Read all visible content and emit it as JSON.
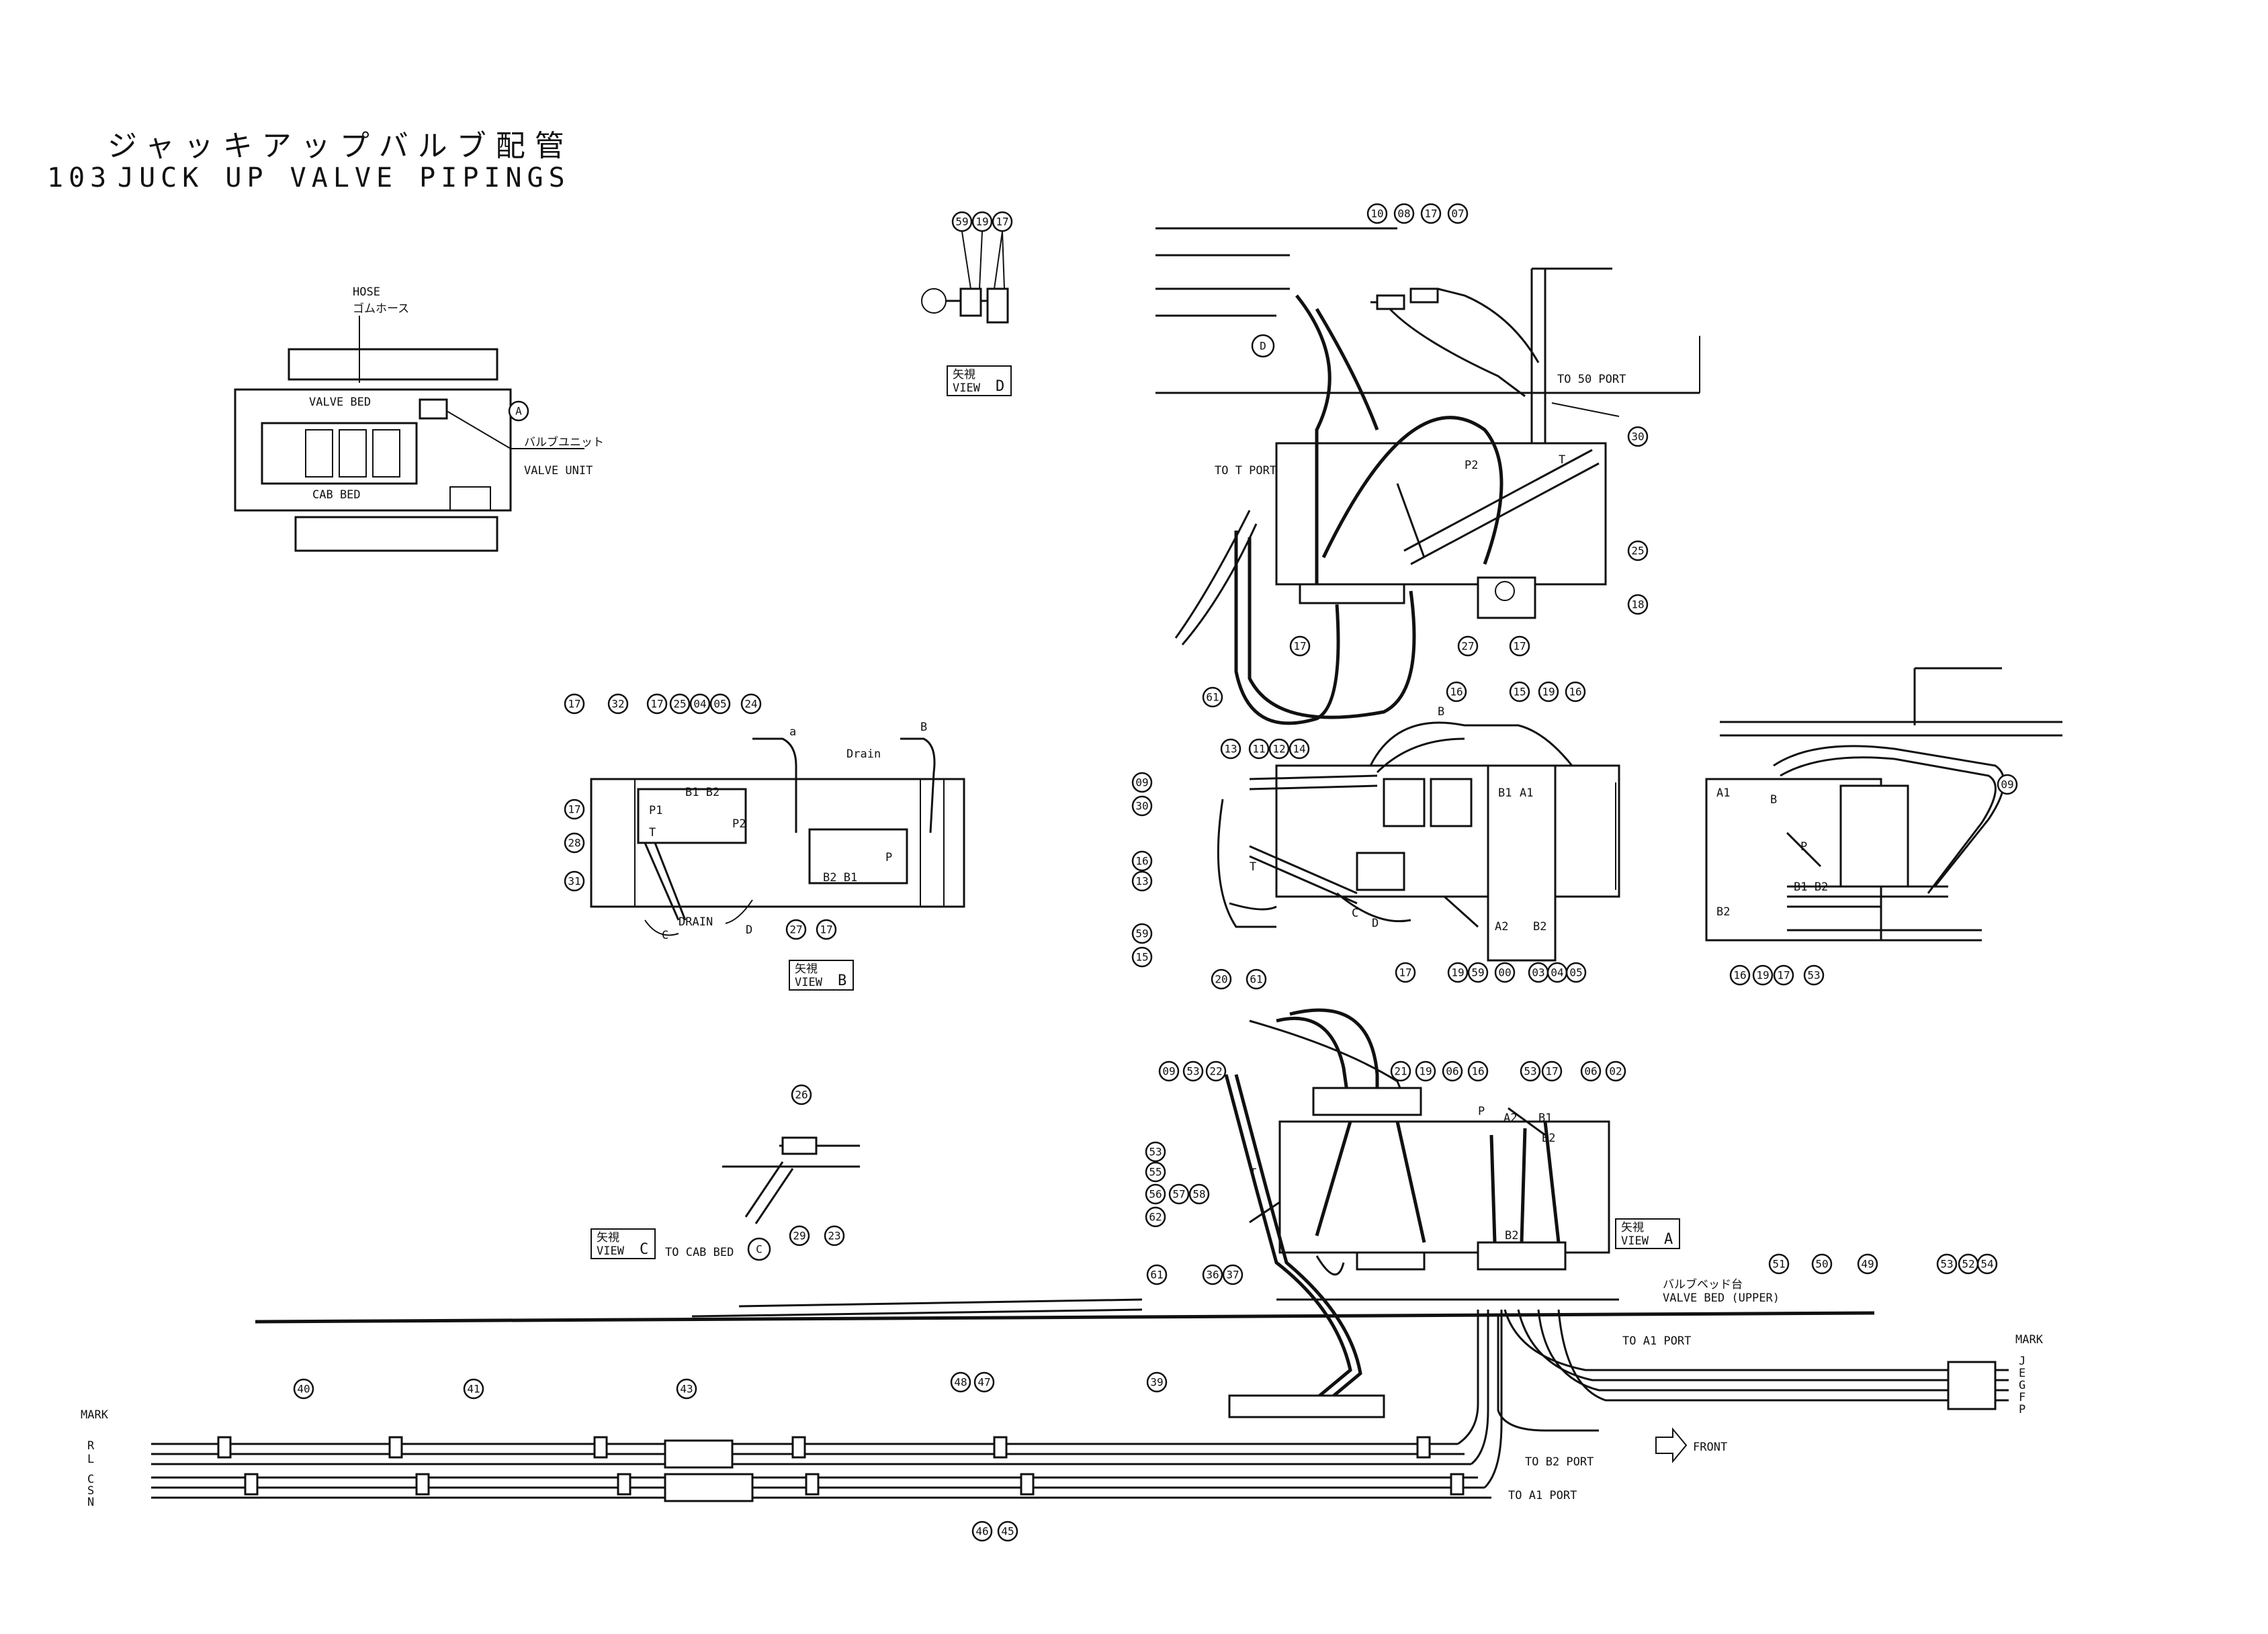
{
  "title": {
    "japanese": "ジャッキアップバルブ配管",
    "number": "103",
    "english": "JUCK UP VALVE PIPINGS"
  },
  "overview": {
    "hose_label": "HOSE",
    "hose_label_jp": "ゴムホース",
    "valve_bed": "VALVE BED",
    "cab_bed": "CAB BED",
    "valve_unit_jp": "バルブユニット",
    "valve_unit": "VALVE UNIT",
    "marker": "A"
  },
  "views": {
    "view_jp": "矢視",
    "view_word": "VIEW",
    "d": "D",
    "b": "B",
    "c": "C",
    "a": "A"
  },
  "labels": {
    "to_50_port": "TO 50 PORT",
    "to_t_port": "TO T PORT",
    "to_cab_bed": "TO CAB BED",
    "to_a1_port_upper": "TO A1 PORT",
    "to_b2_port": "TO B2 PORT",
    "to_a1_port_lower": "TO A1 PORT",
    "front": "FRONT",
    "valve_bed_upper": "VALVE BED (UPPER)",
    "valve_bed_upper_jp": "バルブベッド台",
    "mark": "MARK",
    "drain": "DRAIN",
    "drain2": "Drain",
    "port_p1": "P1",
    "port_p2": "P2",
    "port_t": "T",
    "port_b1": "B1",
    "port_b2": "B2",
    "port_a1": "A1",
    "port_a2": "A2",
    "port_p": "P",
    "letter_a": "a",
    "letter_b": "B",
    "letter_c": "C",
    "letter_d": "D",
    "b1b2": "B1 B2",
    "b2b1": "B2 B1"
  },
  "marks_left": [
    "R",
    "L",
    "C",
    "S",
    "N"
  ],
  "marks_right": [
    "J",
    "E",
    "G",
    "F",
    "P"
  ],
  "bubbles": {
    "d59": "59",
    "d19": "19",
    "d17": "17",
    "t10": "10",
    "t08": "08",
    "t17": "17",
    "t07": "07",
    "t30": "30",
    "t25": "25",
    "t18": "18",
    "t27": "27",
    "t17b": "17",
    "t17c": "17",
    "t61": "61",
    "m16": "16",
    "m15": "15",
    "m19": "19",
    "m16b": "16",
    "m13": "13",
    "m11": "11",
    "m12": "12",
    "m14": "14",
    "m09": "09",
    "m30": "30",
    "m16c": "16",
    "m13b": "13",
    "m59": "59",
    "m15b": "15",
    "m17": "17",
    "m19b": "19",
    "m59b": "59",
    "m03": "03",
    "m04": "04",
    "m05": "05",
    "m00": "00",
    "r09": "09",
    "r16": "16",
    "r19": "19",
    "r17": "17",
    "r53": "53",
    "b17": "17",
    "b32": "32",
    "b17b": "17",
    "b25": "25",
    "b04": "04",
    "b05": "05",
    "b24": "24",
    "b17c": "17",
    "b28": "28",
    "b31": "31",
    "b27": "27",
    "b17d": "17",
    "c26": "26",
    "c29": "29",
    "c23": "23",
    "a20": "20",
    "a61": "61",
    "a09": "09",
    "a53": "53",
    "a22": "22",
    "a21": "21",
    "a19": "19",
    "a06": "06",
    "a16": "16",
    "a53b": "53",
    "a17": "17",
    "a06b": "06",
    "a02": "02",
    "a53c": "53",
    "a55": "55",
    "a57": "57",
    "a58": "58",
    "a56": "56",
    "a62": "62",
    "a36": "36",
    "a37": "37",
    "a61b": "61",
    "l40": "40",
    "l41": "41",
    "l43": "43",
    "l48": "48",
    "l47": "47",
    "l39": "39",
    "l46": "46",
    "l45": "45",
    "r51": "51",
    "r50": "50",
    "r49": "49",
    "r53b": "53",
    "r52": "52",
    "r54": "54"
  }
}
